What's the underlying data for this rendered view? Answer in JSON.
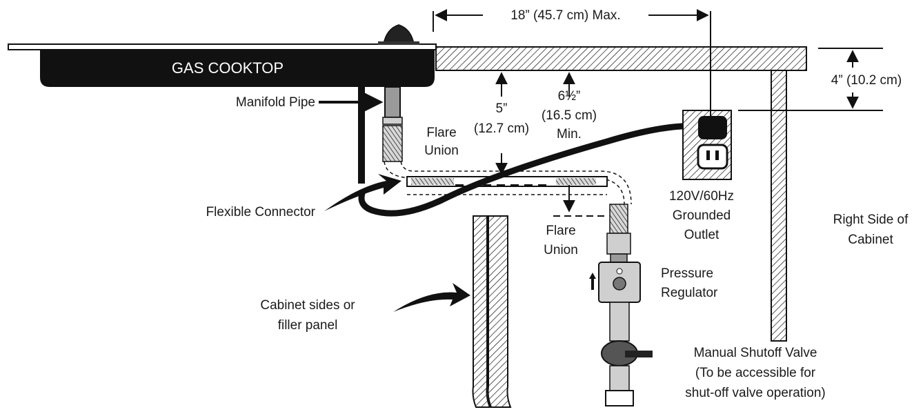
{
  "labels": {
    "cooktop": "GAS COOKTOP",
    "manifold_pipe": "Manifold Pipe",
    "flare_union_top": [
      "Flare",
      "Union"
    ],
    "flare_union_bottom": [
      "Flare",
      "Union"
    ],
    "flexible_connector": "Flexible Connector",
    "cabinet_sides": [
      "Cabinet sides or",
      "filler panel"
    ],
    "outlet": [
      "120V/60Hz",
      "Grounded",
      "Outlet"
    ],
    "right_side": [
      "Right Side of",
      "Cabinet"
    ],
    "pressure_regulator": [
      "Pressure",
      "Regulator"
    ],
    "shutoff_valve": [
      "Manual Shutoff Valve",
      "(To be accessible for",
      "shut-off valve operation)"
    ]
  },
  "dimensions": {
    "max_width": "18” (45.7 cm) Max.",
    "outlet_depth": "4” (10.2 cm)",
    "flare_clearance": [
      "5”",
      "(12.7 cm)"
    ],
    "min_clearance": [
      "6½”",
      "(16.5 cm)",
      "Min."
    ]
  }
}
